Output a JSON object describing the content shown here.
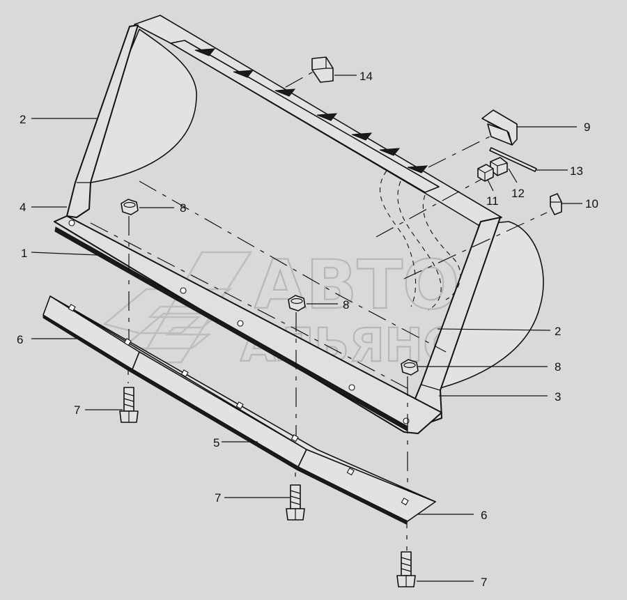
{
  "callouts": [
    {
      "id": "c14",
      "label": "14"
    },
    {
      "id": "c2a",
      "label": "2"
    },
    {
      "id": "c9",
      "label": "9"
    },
    {
      "id": "c13",
      "label": "13"
    },
    {
      "id": "c12",
      "label": "12"
    },
    {
      "id": "c11",
      "label": "11"
    },
    {
      "id": "c10",
      "label": "10"
    },
    {
      "id": "c4",
      "label": "4"
    },
    {
      "id": "c8a",
      "label": "8"
    },
    {
      "id": "c1",
      "label": "1"
    },
    {
      "id": "c8b",
      "label": "8"
    },
    {
      "id": "c2b",
      "label": "2"
    },
    {
      "id": "c6a",
      "label": "6"
    },
    {
      "id": "c8c",
      "label": "8"
    },
    {
      "id": "c3",
      "label": "3"
    },
    {
      "id": "c7a",
      "label": "7"
    },
    {
      "id": "c5",
      "label": "5"
    },
    {
      "id": "c7b",
      "label": "7"
    },
    {
      "id": "c6b",
      "label": "6"
    },
    {
      "id": "c7c",
      "label": "7"
    }
  ],
  "watermark": {
    "line1": "АВТО",
    "line2": "АЛЬЯНС"
  },
  "colors": {
    "background": "#d9d9d9",
    "ink": "#111111",
    "watermark": "#b7b7b7"
  }
}
